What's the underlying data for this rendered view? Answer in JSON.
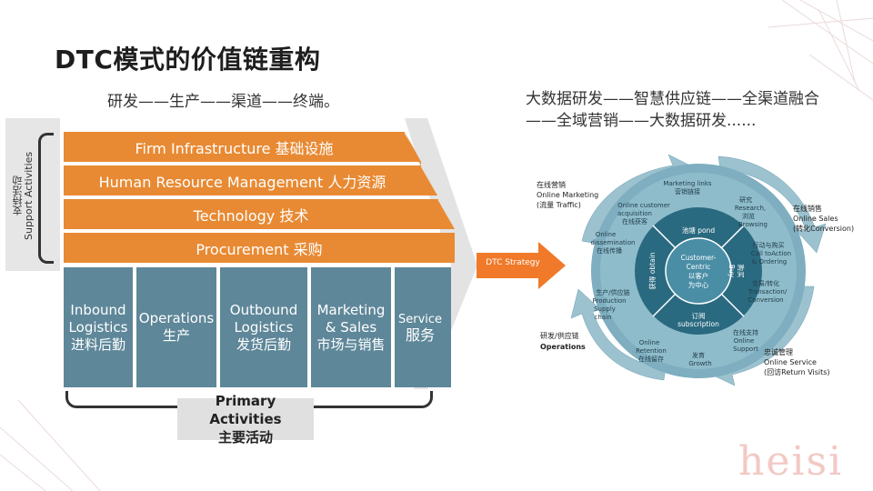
{
  "title": "DTC模式的价值链重构",
  "subtitle_left": "研发——生产——渠道——终端。",
  "subtitle_right": "大数据研发——智慧供应链——全渠道融合——全域营销——大数据研发......",
  "support": {
    "label_cn": "支持活动",
    "label_en": "Support Activities",
    "bars": [
      "Firm Infrastructure 基础设施",
      "Human Resource Management 人力资源",
      "Technology  技术",
      "Procurement 采购"
    ]
  },
  "primary": {
    "boxes": [
      {
        "en1": "Inbound",
        "en2": "Logistics",
        "cn": "进料后勤"
      },
      {
        "en1": "Operations",
        "en2": "",
        "cn": "生产"
      },
      {
        "en1": "Outbound",
        "en2": "Logistics",
        "cn": "发货后勤"
      },
      {
        "en1": "Marketing",
        "en2": "& Sales",
        "cn": "市场与销售"
      },
      {
        "en1": "Service",
        "en2": "",
        "cn": "服务"
      }
    ],
    "label_en": "Primary Activities",
    "label_cn": "主要活动"
  },
  "arrow_label": "DTC Strategy",
  "wheel": {
    "center": [
      "Customer-",
      "Centric",
      "以客户",
      "为中心"
    ],
    "inner": {
      "top": "池塘 pond",
      "right_cn": "购买",
      "right_en": "Buy",
      "bottom_cn": "订阅",
      "bottom_en": "subscription",
      "left": "获得 obtain"
    },
    "ring": [
      [
        "Marketing links",
        "营销链接"
      ],
      [
        "研究",
        "Research,",
        "浏览",
        "Browsing"
      ],
      [
        "行动与购买",
        "Call toAction",
        "& Ordering"
      ],
      [
        "交易/转化",
        "Transaction/",
        "Conversion"
      ],
      [
        "在线支持",
        "Online",
        "Support"
      ],
      [
        "发育",
        "Growth"
      ],
      [
        "Online",
        "Retention",
        "在线留存"
      ],
      [
        "生产/供应链",
        "Production",
        "Supply",
        "chain"
      ],
      [
        "Online",
        "dissemination",
        "在线传播"
      ],
      [
        "Online customer",
        "acquisition",
        "在线获客"
      ]
    ],
    "outer": [
      [
        "在线营销",
        "Online Marketing",
        "(流量 Traffic)"
      ],
      [
        "在线销售",
        "Online Sales",
        "(转化Conversion)"
      ],
      [
        "研发/供应链",
        "Operations"
      ],
      [
        "忠诚管理",
        "Online Service",
        "(回访Return Visits)"
      ]
    ]
  },
  "watermark": "heisi",
  "colors": {
    "orange": "#e88a33",
    "slate": "#5e8799",
    "teal_dark": "#20566a",
    "teal_mid": "#4d8aa0",
    "teal_light": "#8db7c6",
    "arrow": "#f07a2a"
  }
}
